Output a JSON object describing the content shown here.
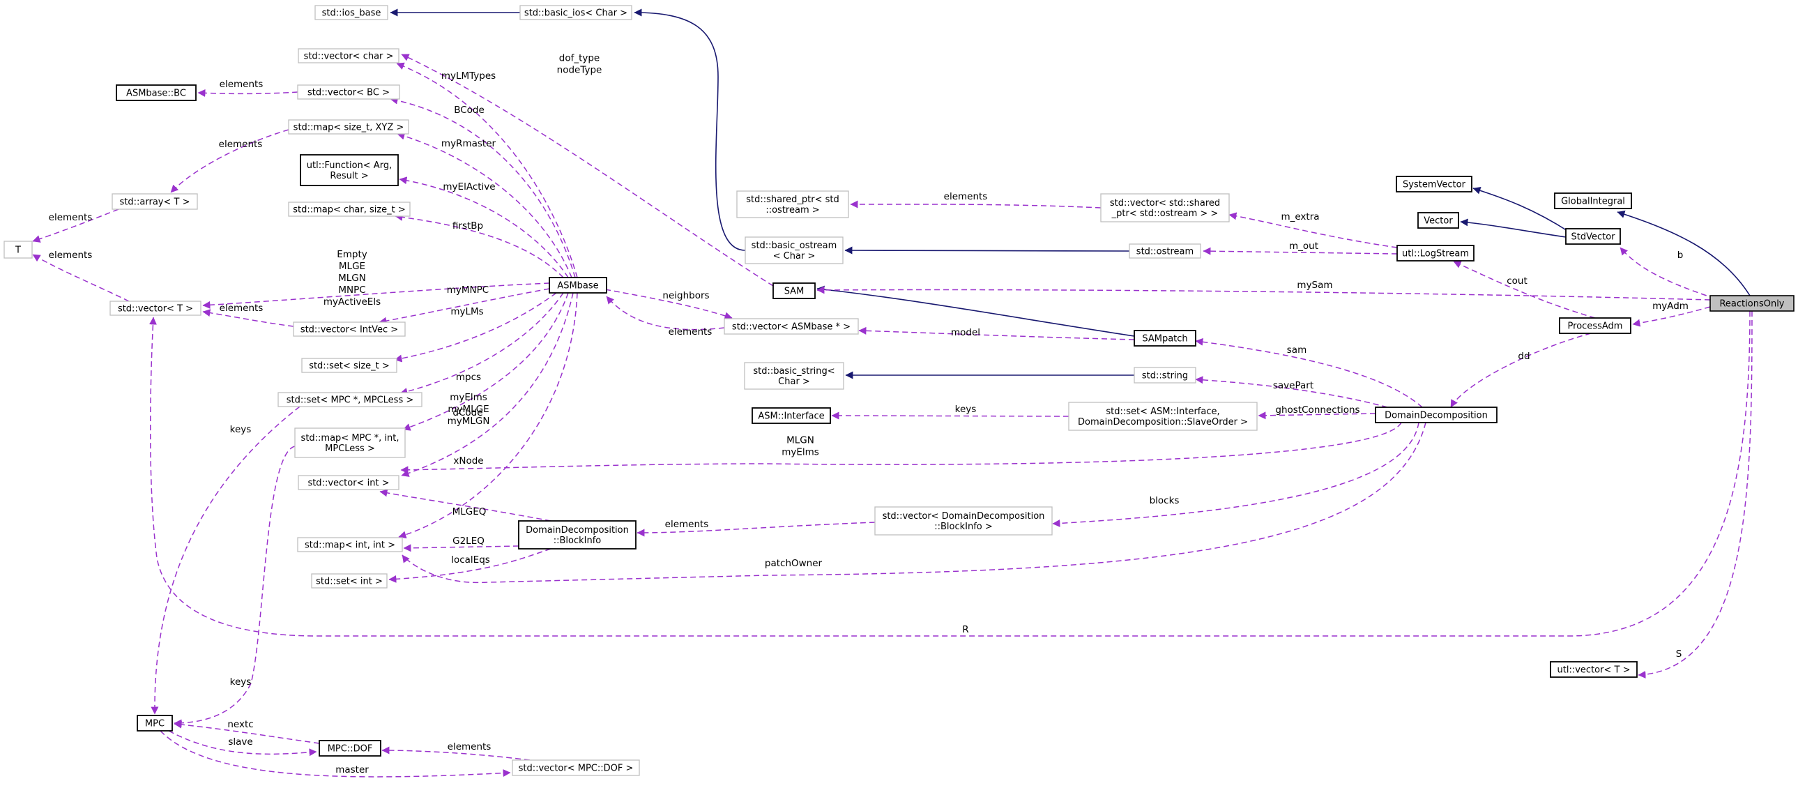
{
  "focus_node": "ReactionsOnly",
  "nodes": {
    "ios_base": {
      "lines": [
        "std::ios_base"
      ],
      "style": "thin"
    },
    "basic_ios": {
      "lines": [
        "std::basic_ios< Char >"
      ],
      "style": "thin"
    },
    "vector_char": {
      "lines": [
        "std::vector< char >"
      ],
      "style": "thin"
    },
    "asm_bc": {
      "lines": [
        "ASMbase::BC"
      ],
      "style": "bold"
    },
    "vector_bc": {
      "lines": [
        "std::vector< BC >"
      ],
      "style": "thin"
    },
    "map_xyz": {
      "lines": [
        "std::map< size_t, XYZ >"
      ],
      "style": "thin"
    },
    "utl_function": {
      "lines": [
        "utl::Function< Arg,",
        "Result >"
      ],
      "style": "bold"
    },
    "array_t": {
      "lines": [
        "std::array< T >"
      ],
      "style": "thin"
    },
    "map_char": {
      "lines": [
        "std::map< char, size_t >"
      ],
      "style": "thin"
    },
    "t": {
      "lines": [
        "T"
      ],
      "style": "thin"
    },
    "vector_t": {
      "lines": [
        "std::vector< T >"
      ],
      "style": "thin"
    },
    "asmbase": {
      "lines": [
        "ASMbase"
      ],
      "style": "bold"
    },
    "vector_intvec": {
      "lines": [
        "std::vector< IntVec >"
      ],
      "style": "thin"
    },
    "set_size_t": {
      "lines": [
        "std::set< size_t >"
      ],
      "style": "thin"
    },
    "set_mpc": {
      "lines": [
        "std::set< MPC *, MPCLess >"
      ],
      "style": "thin"
    },
    "map_mpc": {
      "lines": [
        "std::map< MPC *, int,",
        "MPCLess >"
      ],
      "style": "thin"
    },
    "vector_int": {
      "lines": [
        "std::vector< int >"
      ],
      "style": "thin"
    },
    "map_int_int": {
      "lines": [
        "std::map< int, int >"
      ],
      "style": "thin"
    },
    "set_int": {
      "lines": [
        "std::set< int >"
      ],
      "style": "thin"
    },
    "mpc": {
      "lines": [
        "MPC"
      ],
      "style": "bold"
    },
    "mpc_dof": {
      "lines": [
        "MPC::DOF"
      ],
      "style": "bold"
    },
    "vector_mpc_dof": {
      "lines": [
        "std::vector< MPC::DOF >"
      ],
      "style": "thin"
    },
    "dd_blockinfo": {
      "lines": [
        "DomainDecomposition",
        "::BlockInfo"
      ],
      "style": "bold"
    },
    "shared_ptr_ostream": {
      "lines": [
        "std::shared_ptr< std",
        "::ostream >"
      ],
      "style": "thin"
    },
    "basic_ostream": {
      "lines": [
        "std::basic_ostream",
        "< Char >"
      ],
      "style": "thin"
    },
    "sam": {
      "lines": [
        "SAM"
      ],
      "style": "bold"
    },
    "vector_asmbase_ptr": {
      "lines": [
        "std::vector< ASMbase * >"
      ],
      "style": "thin"
    },
    "basic_string": {
      "lines": [
        "std::basic_string<",
        "Char >"
      ],
      "style": "thin"
    },
    "asm_interface": {
      "lines": [
        "ASM::Interface"
      ],
      "style": "bold"
    },
    "vector_shared_ptr": {
      "lines": [
        "std::vector< std::shared",
        "_ptr< std::ostream > >"
      ],
      "style": "thin"
    },
    "ostream": {
      "lines": [
        "std::ostream"
      ],
      "style": "thin"
    },
    "sampatch": {
      "lines": [
        "SAMpatch"
      ],
      "style": "bold"
    },
    "string": {
      "lines": [
        "std::string"
      ],
      "style": "thin"
    },
    "set_interface": {
      "lines": [
        "std::set< ASM::Interface,",
        "DomainDecomposition::SlaveOrder >"
      ],
      "style": "thin"
    },
    "vector_blockinfo": {
      "lines": [
        "std::vector< DomainDecomposition",
        "::BlockInfo >"
      ],
      "style": "thin"
    },
    "logstream": {
      "lines": [
        "utl::LogStream"
      ],
      "style": "bold"
    },
    "domaindecomposition": {
      "lines": [
        "DomainDecomposition"
      ],
      "style": "bold"
    },
    "systemvector": {
      "lines": [
        "SystemVector"
      ],
      "style": "bold"
    },
    "vector": {
      "lines": [
        "Vector"
      ],
      "style": "bold"
    },
    "globalintegral": {
      "lines": [
        "GlobalIntegral"
      ],
      "style": "bold"
    },
    "stdvector": {
      "lines": [
        "StdVector"
      ],
      "style": "bold"
    },
    "processadm": {
      "lines": [
        "ProcessAdm"
      ],
      "style": "bold"
    },
    "reactionsonly": {
      "lines": [
        "ReactionsOnly"
      ],
      "style": "focus"
    },
    "utl_vector_t": {
      "lines": [
        "utl::vector< T >"
      ],
      "style": "bold"
    }
  },
  "edges": [
    {
      "from": "basic_ios",
      "to": "ios_base",
      "kind": "inherit"
    },
    {
      "from": "basic_ostream",
      "to": "basic_ios",
      "kind": "inherit"
    },
    {
      "from": "ostream",
      "to": "basic_ostream",
      "kind": "inherit"
    },
    {
      "from": "sampatch",
      "to": "sam",
      "kind": "inherit"
    },
    {
      "from": "string",
      "to": "basic_string",
      "kind": "inherit"
    },
    {
      "from": "logstream",
      "to": "ostream",
      "kind": "usage",
      "label": [
        "m_out"
      ]
    },
    {
      "from": "logstream",
      "to": "vector_shared_ptr",
      "kind": "usage",
      "label": [
        "m_extra"
      ]
    },
    {
      "from": "vector_shared_ptr",
      "to": "shared_ptr_ostream",
      "kind": "usage",
      "label": [
        "elements"
      ]
    },
    {
      "from": "stdvector",
      "to": "systemvector",
      "kind": "inherit"
    },
    {
      "from": "stdvector",
      "to": "vector",
      "kind": "inherit"
    },
    {
      "from": "reactionsonly",
      "to": "globalintegral",
      "kind": "inherit"
    },
    {
      "from": "reactionsonly",
      "to": "stdvector",
      "kind": "usage",
      "label": [
        "b"
      ]
    },
    {
      "from": "reactionsonly",
      "to": "processadm",
      "kind": "usage",
      "label": [
        "myAdm"
      ]
    },
    {
      "from": "reactionsonly",
      "to": "sam",
      "kind": "usage",
      "label": [
        "mySam"
      ]
    },
    {
      "from": "reactionsonly",
      "to": "vector_t",
      "kind": "usage",
      "label": [
        "R"
      ]
    },
    {
      "from": "reactionsonly",
      "to": "utl_vector_t",
      "kind": "usage",
      "label": [
        "S"
      ]
    },
    {
      "from": "processadm",
      "to": "logstream",
      "kind": "usage",
      "label": [
        "cout"
      ]
    },
    {
      "from": "processadm",
      "to": "domaindecomposition",
      "kind": "usage",
      "label": [
        "dd"
      ]
    },
    {
      "from": "domaindecomposition",
      "to": "sampatch",
      "kind": "usage",
      "label": [
        "sam"
      ]
    },
    {
      "from": "domaindecomposition",
      "to": "string",
      "kind": "usage",
      "label": [
        "savePart"
      ]
    },
    {
      "from": "domaindecomposition",
      "to": "set_interface",
      "kind": "usage",
      "label": [
        "ghostConnections"
      ]
    },
    {
      "from": "domaindecomposition",
      "to": "vector_int",
      "kind": "usage",
      "label": [
        "MLGN",
        "myElms"
      ]
    },
    {
      "from": "domaindecomposition",
      "to": "vector_blockinfo",
      "kind": "usage",
      "label": [
        "blocks"
      ]
    },
    {
      "from": "domaindecomposition",
      "to": "map_int_int",
      "kind": "usage",
      "label": [
        "patchOwner"
      ]
    },
    {
      "from": "set_interface",
      "to": "asm_interface",
      "kind": "usage",
      "label": [
        "keys"
      ]
    },
    {
      "from": "vector_blockinfo",
      "to": "dd_blockinfo",
      "kind": "usage",
      "label": [
        "elements"
      ]
    },
    {
      "from": "dd_blockinfo",
      "to": "vector_int",
      "kind": "usage",
      "label": [
        "MLGEQ"
      ]
    },
    {
      "from": "dd_blockinfo",
      "to": "map_int_int",
      "kind": "usage",
      "label": [
        "G2LEQ"
      ]
    },
    {
      "from": "dd_blockinfo",
      "to": "set_int",
      "kind": "usage",
      "label": [
        "localEqs"
      ]
    },
    {
      "from": "sampatch",
      "to": "vector_asmbase_ptr",
      "kind": "usage",
      "label": [
        "model"
      ]
    },
    {
      "from": "vector_asmbase_ptr",
      "to": "asmbase",
      "kind": "usage",
      "label": [
        "elements"
      ]
    },
    {
      "from": "asmbase",
      "to": "vector_asmbase_ptr",
      "kind": "usage",
      "label": [
        "neighbors"
      ]
    },
    {
      "from": "sam",
      "to": "vector_char",
      "kind": "usage",
      "label": [
        "dof_type",
        "nodeType"
      ]
    },
    {
      "from": "asmbase",
      "to": "vector_char",
      "kind": "usage",
      "label": [
        "myLMTypes"
      ]
    },
    {
      "from": "asmbase",
      "to": "vector_bc",
      "kind": "usage",
      "label": [
        "BCode"
      ]
    },
    {
      "from": "asmbase",
      "to": "map_xyz",
      "kind": "usage",
      "label": [
        "myRmaster"
      ]
    },
    {
      "from": "asmbase",
      "to": "utl_function",
      "kind": "usage",
      "label": [
        "myElActive"
      ]
    },
    {
      "from": "asmbase",
      "to": "map_char",
      "kind": "usage",
      "label": [
        "firstBp"
      ]
    },
    {
      "from": "asmbase",
      "to": "vector_t",
      "kind": "usage",
      "label": [
        "Empty",
        "MLGE",
        "MLGN",
        "MNPC",
        "myActiveEls"
      ]
    },
    {
      "from": "asmbase",
      "to": "vector_intvec",
      "kind": "usage",
      "label": [
        "myMNPC"
      ]
    },
    {
      "from": "asmbase",
      "to": "set_size_t",
      "kind": "usage",
      "label": [
        "myLMs"
      ]
    },
    {
      "from": "asmbase",
      "to": "set_mpc",
      "kind": "usage",
      "label": [
        "mpcs"
      ]
    },
    {
      "from": "asmbase",
      "to": "map_mpc",
      "kind": "usage",
      "label": [
        "dCode"
      ]
    },
    {
      "from": "asmbase",
      "to": "vector_int",
      "kind": "usage",
      "label": [
        "myElms",
        "myMLGE",
        "myMLGN"
      ]
    },
    {
      "from": "asmbase",
      "to": "map_int_int",
      "kind": "usage",
      "label": [
        "xNode"
      ]
    },
    {
      "from": "vector_bc",
      "to": "asm_bc",
      "kind": "usage",
      "label": [
        "elements"
      ]
    },
    {
      "from": "map_xyz",
      "to": "array_t",
      "kind": "usage",
      "label": [
        "elements"
      ]
    },
    {
      "from": "array_t",
      "to": "t",
      "kind": "usage",
      "label": [
        "elements"
      ]
    },
    {
      "from": "vector_t",
      "to": "t",
      "kind": "usage",
      "label": [
        "elements"
      ]
    },
    {
      "from": "vector_intvec",
      "to": "vector_t",
      "kind": "usage",
      "label": [
        "elements"
      ]
    },
    {
      "from": "set_mpc",
      "to": "mpc",
      "kind": "usage",
      "label": [
        "keys"
      ]
    },
    {
      "from": "map_mpc",
      "to": "mpc",
      "kind": "usage",
      "label": [
        "keys"
      ]
    },
    {
      "from": "mpc_dof",
      "to": "mpc",
      "kind": "usage",
      "label": [
        "nextc"
      ]
    },
    {
      "from": "mpc",
      "to": "mpc_dof",
      "kind": "usage",
      "label": [
        "slave"
      ]
    },
    {
      "from": "mpc",
      "to": "vector_mpc_dof",
      "kind": "usage",
      "label": [
        "master"
      ]
    },
    {
      "from": "vector_mpc_dof",
      "to": "mpc_dof",
      "kind": "usage",
      "label": [
        "elements"
      ]
    }
  ],
  "colors": {
    "inheritance_edge": "#191970",
    "usage_edge": "#9a32cd",
    "focus_fill": "#bfbfbf",
    "strong_border": "#000000",
    "weak_border": "#bfbfbf"
  }
}
